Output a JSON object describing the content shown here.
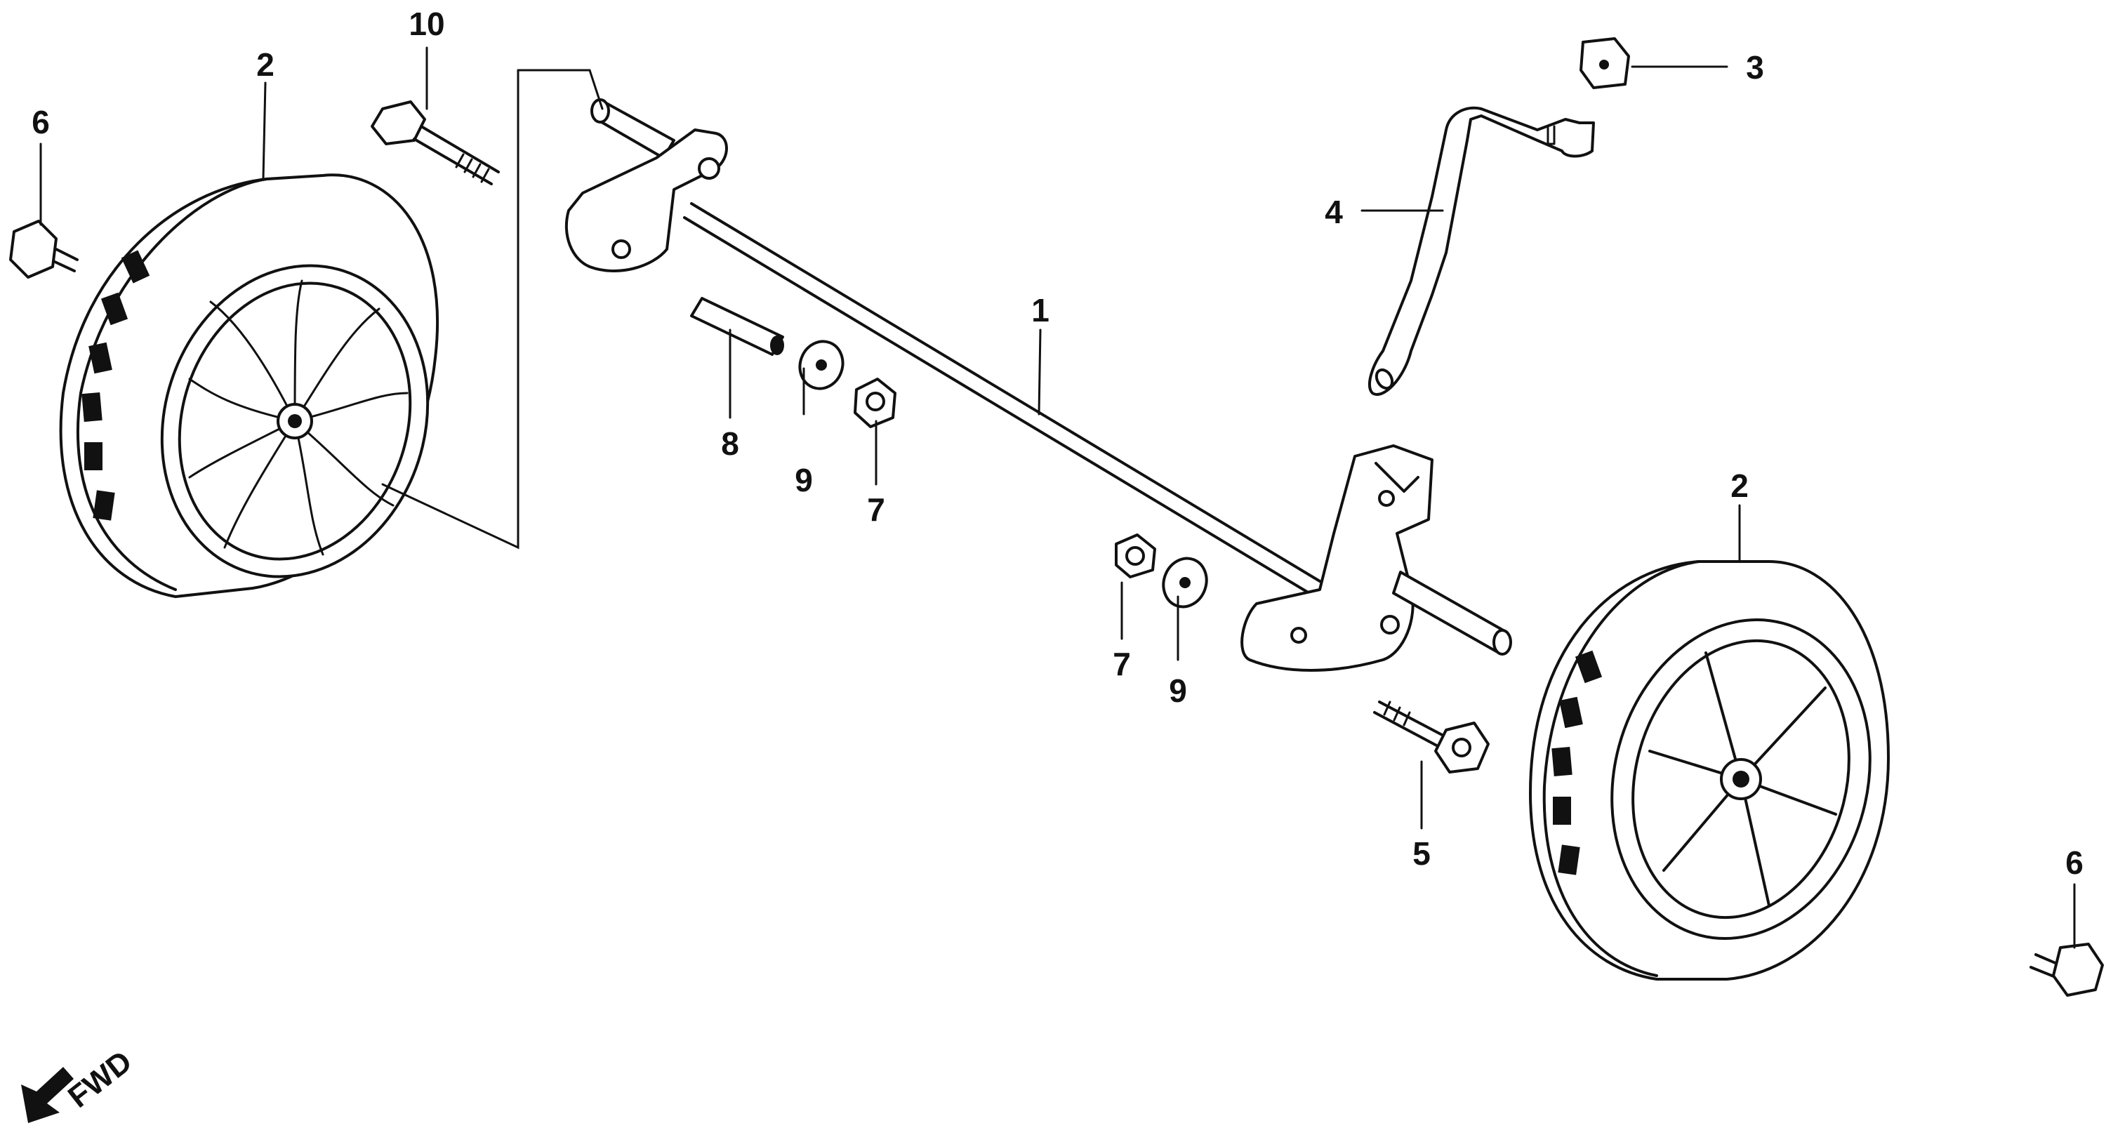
{
  "diagram": {
    "callouts": {
      "axle": "1",
      "wheel_left": "2",
      "wheel_right": "2",
      "clip": "3",
      "lever": "4",
      "bolt_right": "5",
      "bolt_left_top": "6",
      "bolt_right_bottom": "6",
      "nut_left": "7",
      "nut_right": "7",
      "pin": "8",
      "washer_left": "9",
      "washer_right": "9",
      "bolt_long": "10"
    },
    "fwd_label": "FWD",
    "colors": {
      "ink": "#111111",
      "paper": "#ffffff"
    }
  }
}
